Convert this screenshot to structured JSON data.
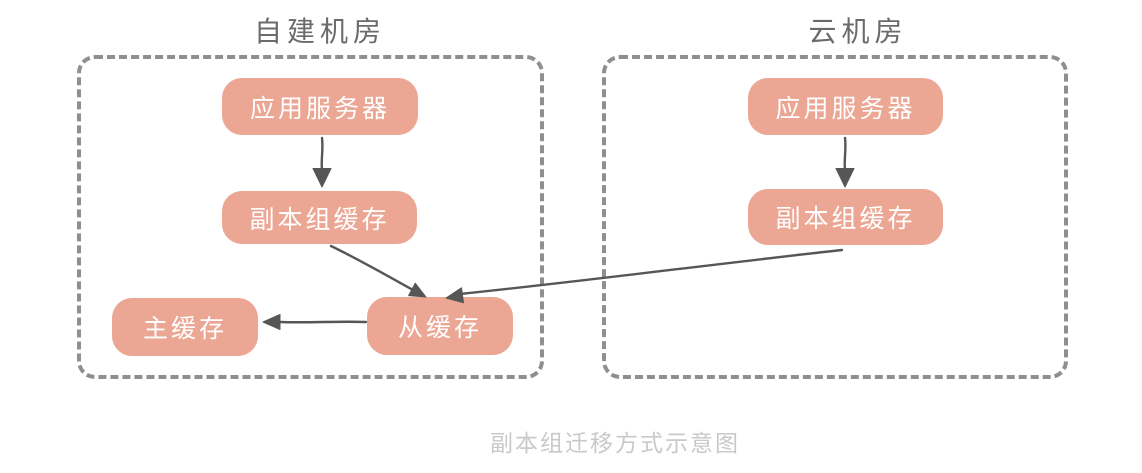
{
  "diagram": {
    "caption": "副本组迁移方式示意图",
    "zones": [
      {
        "id": "self-built",
        "title": "自建机房",
        "nodes": [
          {
            "id": "app-server",
            "label": "应用服务器"
          },
          {
            "id": "replica-cache",
            "label": "副本组缓存"
          },
          {
            "id": "slave-cache",
            "label": "从缓存"
          },
          {
            "id": "master-cache",
            "label": "主缓存"
          }
        ]
      },
      {
        "id": "cloud",
        "title": "云机房",
        "nodes": [
          {
            "id": "app-server",
            "label": "应用服务器"
          },
          {
            "id": "replica-cache",
            "label": "副本组缓存"
          }
        ]
      }
    ],
    "edges": [
      {
        "from": "self-built.app-server",
        "to": "self-built.replica-cache",
        "style": "arrow-down"
      },
      {
        "from": "self-built.replica-cache",
        "to": "self-built.slave-cache",
        "style": "arrow-diagonal"
      },
      {
        "from": "self-built.slave-cache",
        "to": "self-built.master-cache",
        "style": "arrow-left"
      },
      {
        "from": "cloud.app-server",
        "to": "cloud.replica-cache",
        "style": "arrow-down"
      },
      {
        "from": "cloud.replica-cache",
        "to": "self-built.slave-cache",
        "style": "arrow-cross-zone"
      }
    ],
    "colors": {
      "node_fill": "#eca694",
      "node_text": "#ffffff",
      "zone_border": "#8f8f8f",
      "arrow": "#565656",
      "title": "#6b6b6b",
      "caption": "#c9c9c9",
      "background": "#ffffff"
    }
  }
}
